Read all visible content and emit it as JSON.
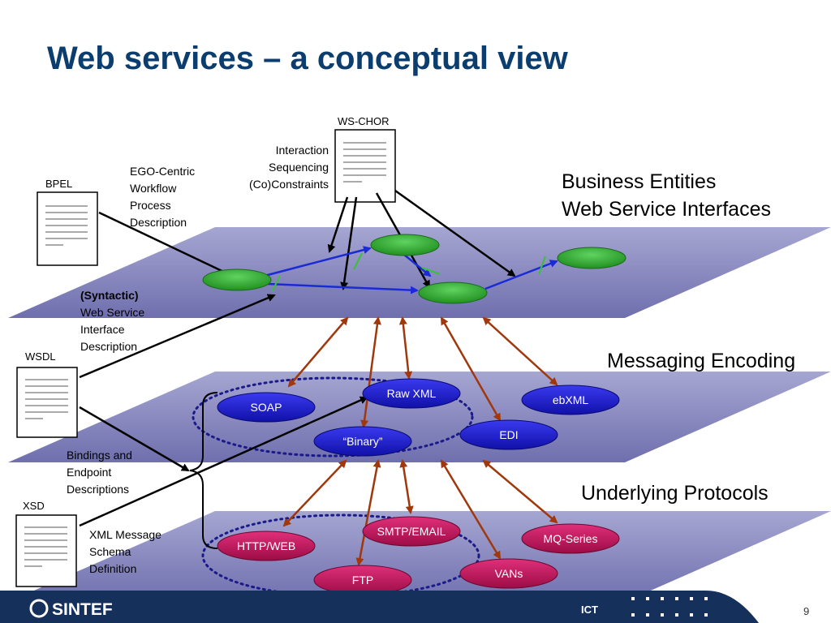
{
  "slide": {
    "title": "Web services – a conceptual view",
    "page_number": "9"
  },
  "layers": {
    "business": "Business Entities",
    "business2": "Web Service Interfaces",
    "messaging": "Messaging Encoding",
    "protocols": "Underlying Protocols"
  },
  "documents": {
    "bpel": "BPEL",
    "wschor": "WS-CHOR",
    "wsdl": "WSDL",
    "xsd": "XSD"
  },
  "annotations": {
    "ego": [
      "EGO-Centric",
      "Workflow",
      "Process",
      "Description"
    ],
    "interaction": [
      "Interaction",
      "Sequencing",
      "(Co)Constraints"
    ],
    "syntactic_bold": "(Syntactic)",
    "syntactic": [
      "Web Service",
      "Interface",
      "Description"
    ],
    "bindings": [
      "Bindings and",
      "Endpoint",
      "Descriptions"
    ],
    "xml_schema": [
      "XML Message",
      "Schema",
      "Definition"
    ]
  },
  "encodings": {
    "soap": "SOAP",
    "rawxml": "Raw XML",
    "ebxml": "ebXML",
    "edi": "EDI",
    "binary": "“Binary”"
  },
  "protocols": {
    "http": "HTTP/WEB",
    "smtp": "SMTP/EMAIL",
    "mq": "MQ-Series",
    "vans": "VANs",
    "ftp": "FTP"
  },
  "footer": {
    "logo": "SINTEF",
    "unit": "ICT"
  },
  "colors": {
    "title": "#0b3d6e",
    "plane": "#7f7fba",
    "encoding_fill": "#1f1fc9",
    "protocol_fill": "#c0145c",
    "node_fill": "#33a633",
    "arrow_brown": "#a0380c",
    "arrow_blue": "#1a2ad4",
    "footer": "#16305c"
  }
}
